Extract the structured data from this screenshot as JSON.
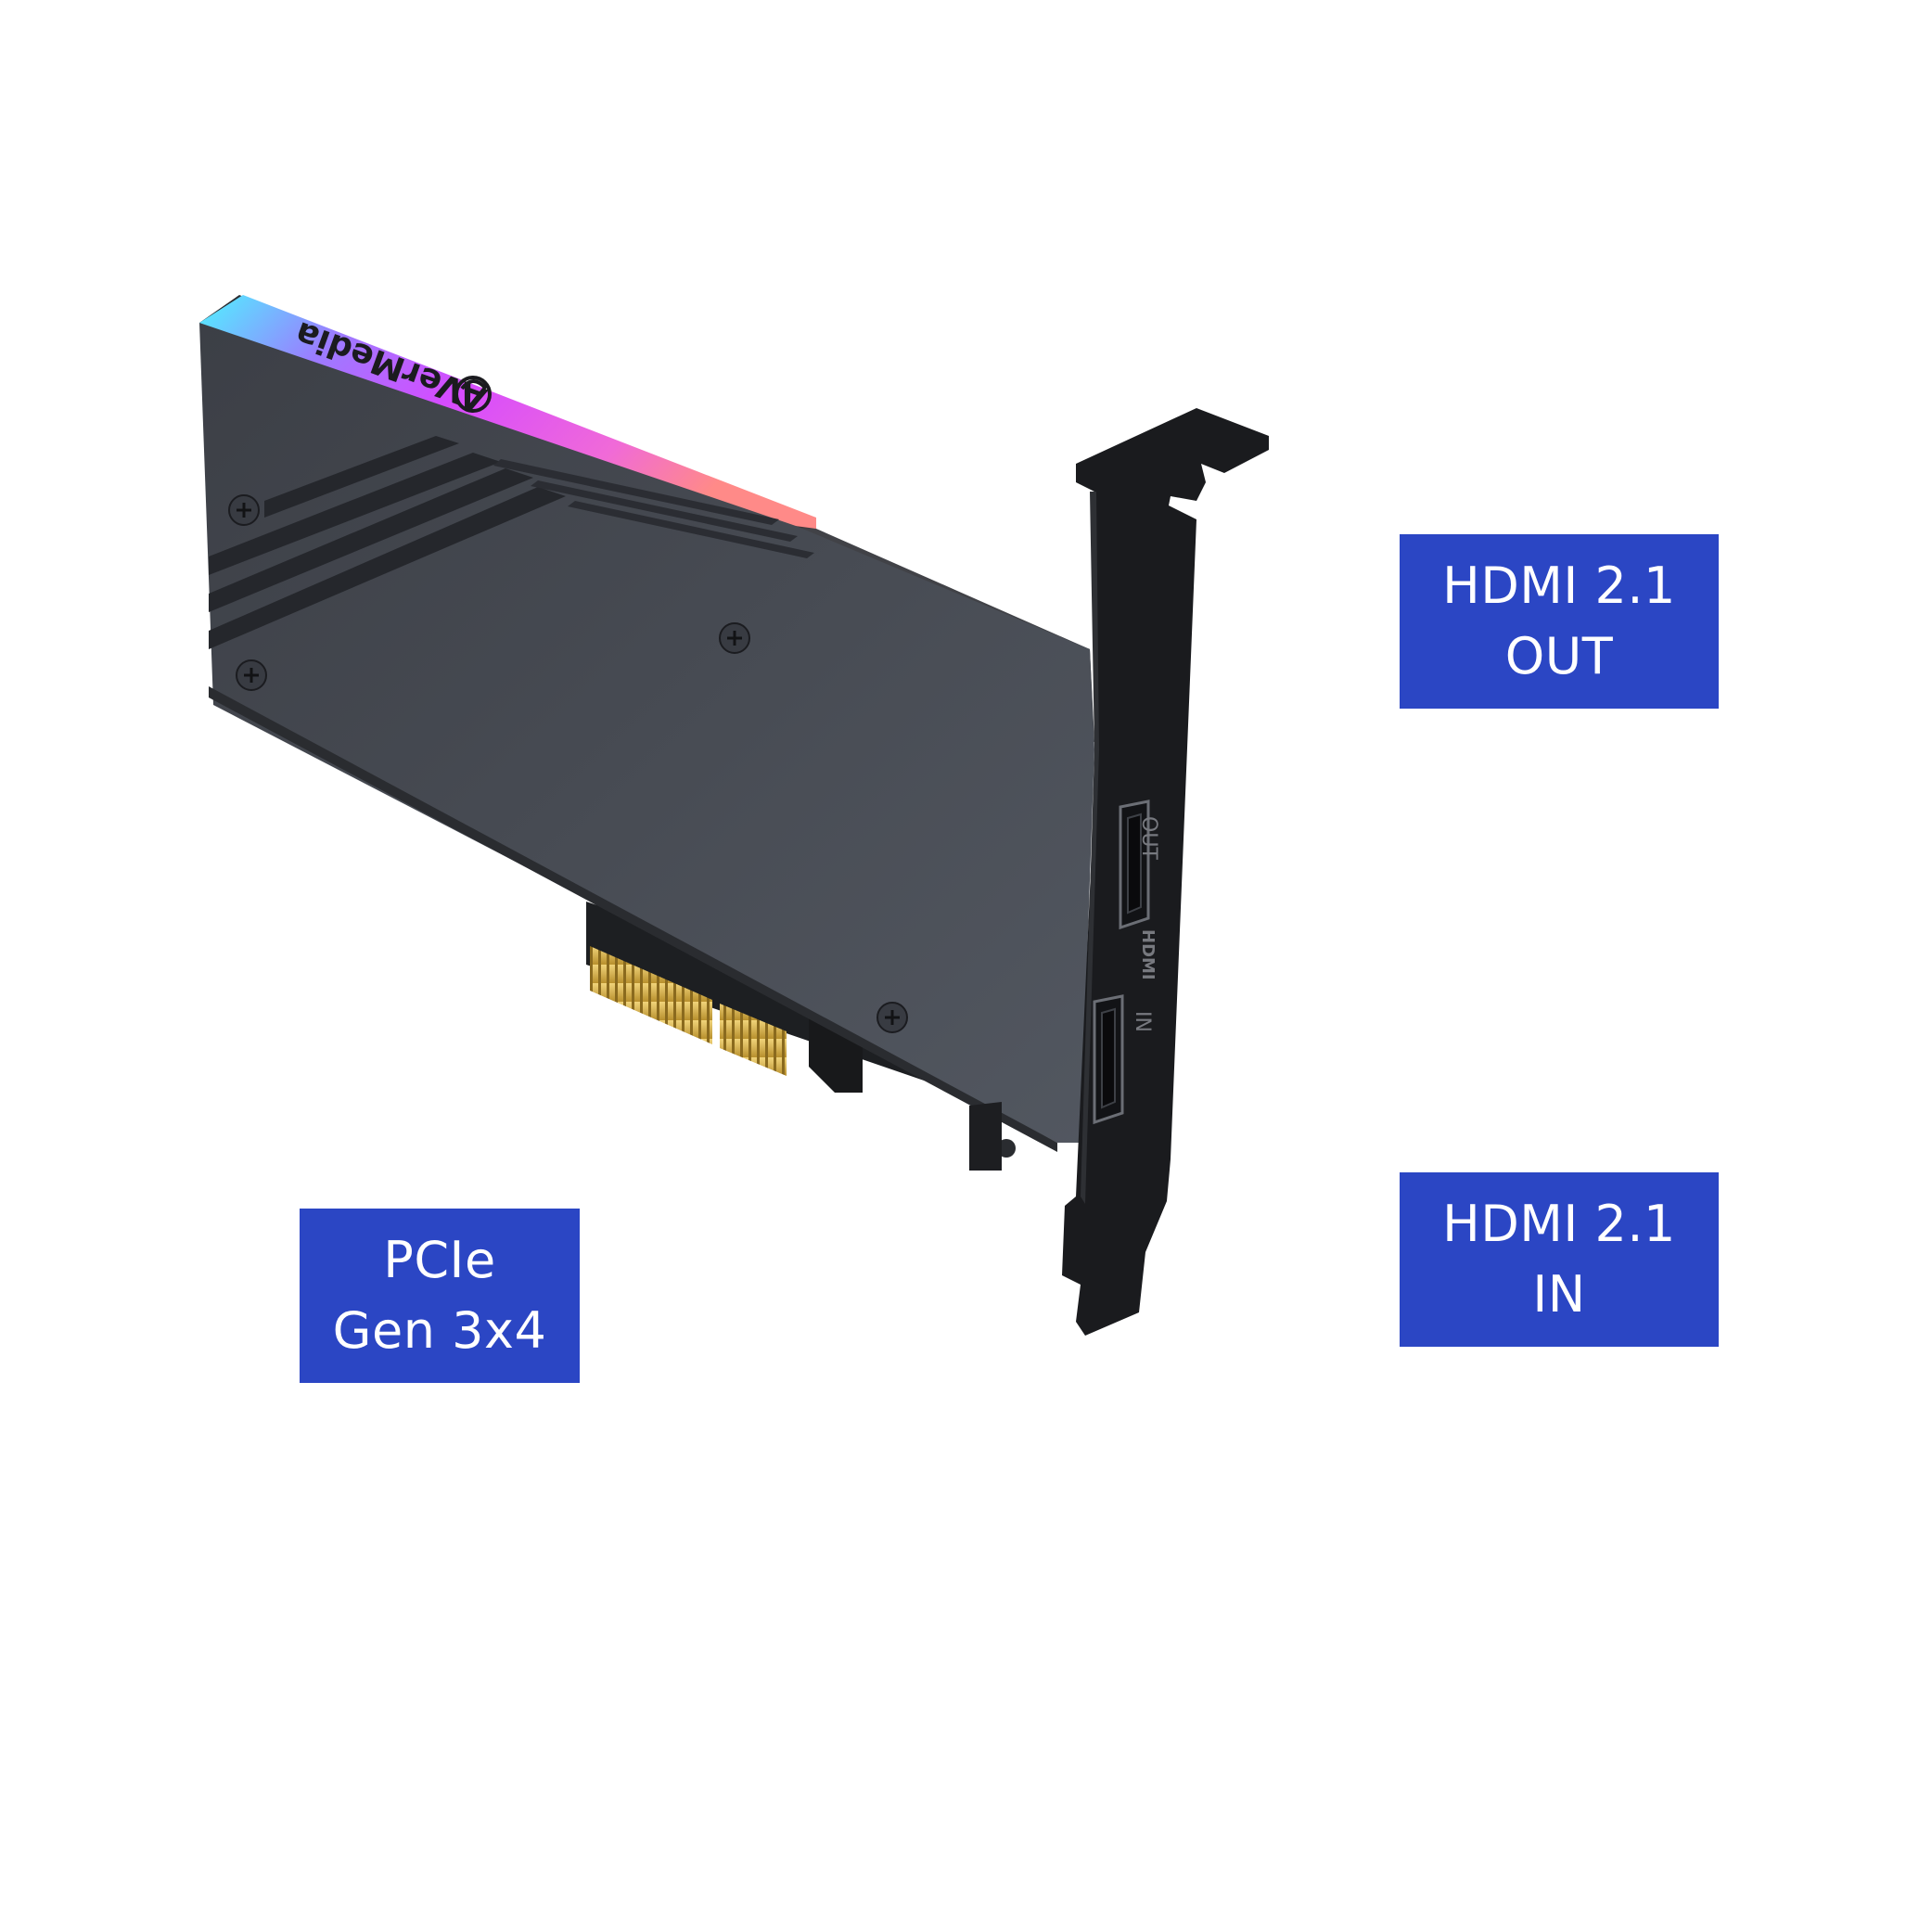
{
  "product": {
    "brand_logo_text": "AVerMedia",
    "port_labels": {
      "out": "OUT",
      "hdmi": "HDMI",
      "in": "IN"
    }
  },
  "callouts": {
    "hdmi_out": {
      "line1": "HDMI 2.1",
      "line2": "OUT"
    },
    "hdmi_in": {
      "line1": "HDMI 2.1",
      "line2": "IN"
    },
    "pcie": {
      "line1": "PCIe",
      "line2": "Gen 3x4"
    }
  },
  "colors": {
    "callout_background": "#2b46c4",
    "callout_text": "#ffffff",
    "page_background": "#ffffff",
    "card_body": "#4a4e57",
    "bracket": "#1a1b1e",
    "gold_contacts": "#d9b54a"
  },
  "icons": {
    "screw": "screw-icon",
    "logo": "avermedia-logo-icon"
  }
}
